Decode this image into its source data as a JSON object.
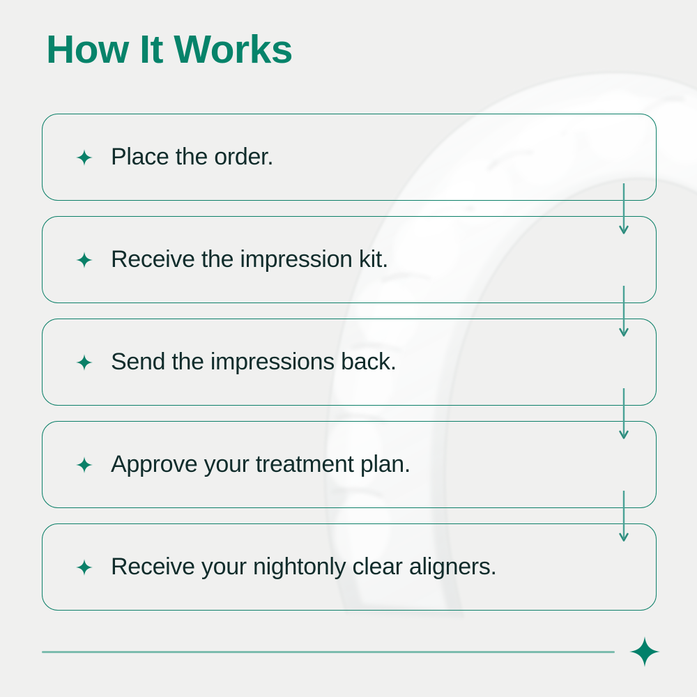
{
  "page": {
    "title": "How It Works",
    "background_color": "#f0f0ef",
    "accent_color": "#06836a",
    "border_color": "#0d8069",
    "text_color": "#102c2b",
    "divider_color": "#7dbcae"
  },
  "background_image": {
    "description": "translucent clear dental aligner tray",
    "name": "clear-aligner-photo"
  },
  "steps": [
    {
      "bullet_icon": "sparkle-icon",
      "label": "Place the order."
    },
    {
      "bullet_icon": "sparkle-icon",
      "label": "Receive the impression kit."
    },
    {
      "bullet_icon": "sparkle-icon",
      "label": "Send the impressions back."
    },
    {
      "bullet_icon": "sparkle-icon",
      "label": "Approve your treatment plan."
    },
    {
      "bullet_icon": "sparkle-icon",
      "label": "Receive your nightonly clear aligners."
    }
  ],
  "connectors": [
    {
      "icon": "arrow-down-icon"
    },
    {
      "icon": "arrow-down-icon"
    },
    {
      "icon": "arrow-down-icon"
    },
    {
      "icon": "arrow-down-icon"
    }
  ],
  "footer": {
    "divider": "horizontal-rule",
    "sparkle_icon": "sparkle-icon"
  }
}
